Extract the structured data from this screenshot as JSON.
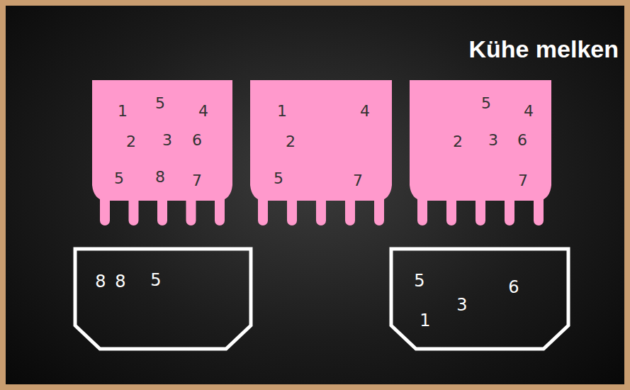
{
  "diagram": {
    "title": "Kühe melken",
    "nodes": [
      {
        "text": [
          "1",
          "5",
          "4",
          "2",
          "3",
          "6",
          "5",
          "8",
          "7"
        ]
      },
      {
        "text": [
          "1",
          "4",
          "2",
          "5",
          "7"
        ]
      },
      {
        "text": [
          "5",
          "4",
          "2",
          "3",
          "6",
          "7"
        ]
      },
      {
        "text": [
          "8",
          "8",
          "5"
        ]
      },
      {
        "text": [
          "5",
          "6",
          "3",
          "1"
        ]
      }
    ]
  }
}
